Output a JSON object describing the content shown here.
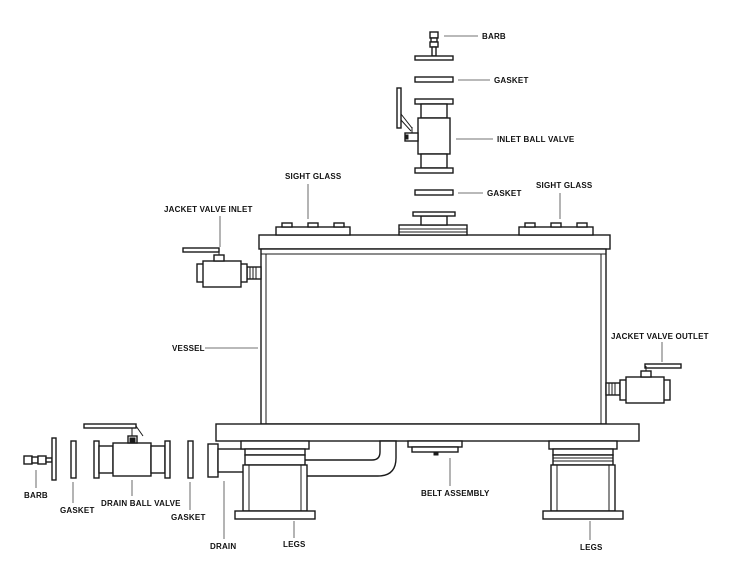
{
  "labels": {
    "barb_top": "BARB",
    "gasket_top": "GASKET",
    "inlet_ball_valve": "INLET BALL VALVE",
    "gasket_mid": "GASKET",
    "sight_glass_left": "SIGHT GLASS",
    "sight_glass_right": "SIGHT GLASS",
    "jacket_valve_inlet": "JACKET VALVE INLET",
    "vessel": "VESSEL",
    "jacket_valve_outlet": "JACKET VALVE OUTLET",
    "barb_bottom": "BARB",
    "gasket_bottom_left": "GASKET",
    "drain_ball_valve": "DRAIN BALL VALVE",
    "gasket_bottom_right": "GASKET",
    "drain": "DRAIN",
    "legs_left": "LEGS",
    "belt_assembly": "BELT ASSEMBLY",
    "legs_right": "LEGS"
  }
}
